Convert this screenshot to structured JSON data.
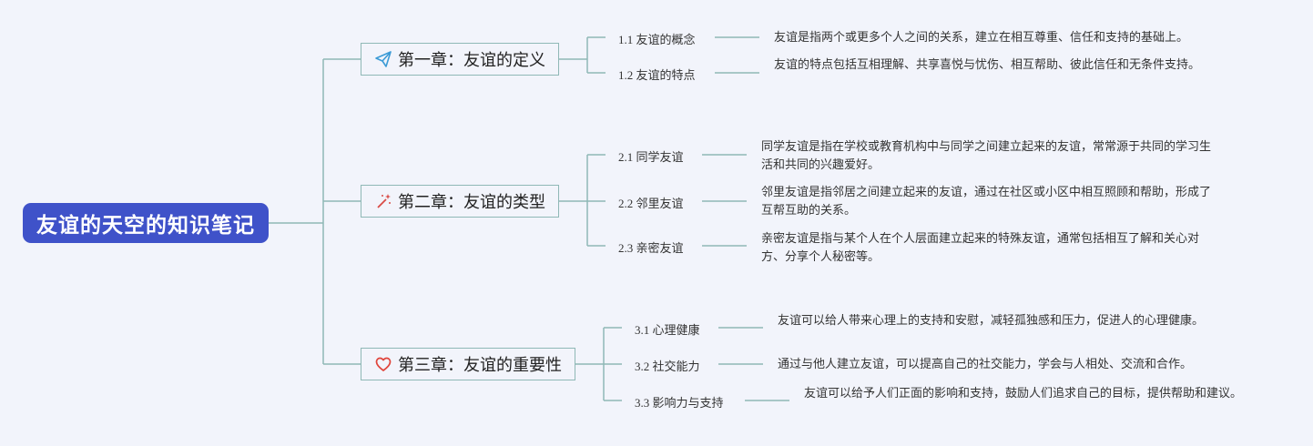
{
  "root": {
    "title": "友谊的天空的知识笔记"
  },
  "chapters": [
    {
      "title": "第一章：友谊的定义",
      "icon": "paper-plane-icon",
      "sections": [
        {
          "label": "1.1 友谊的概念",
          "text": "友谊是指两个或更多个人之间的关系，建立在相互尊重、信任和支持的基础上。"
        },
        {
          "label": "1.2 友谊的特点",
          "text": "友谊的特点包括互相理解、共享喜悦与忧伤、相互帮助、彼此信任和无条件支持。"
        }
      ]
    },
    {
      "title": "第二章：友谊的类型",
      "icon": "magic-wand-icon",
      "sections": [
        {
          "label": "2.1 同学友谊",
          "text": "同学友谊是指在学校或教育机构中与同学之间建立起来的友谊，常常源于共同的学习生活和共同的兴趣爱好。"
        },
        {
          "label": "2.2 邻里友谊",
          "text": "邻里友谊是指邻居之间建立起来的友谊，通过在社区或小区中相互照顾和帮助，形成了互帮互助的关系。"
        },
        {
          "label": "2.3 亲密友谊",
          "text": "亲密友谊是指与某个人在个人层面建立起来的特殊友谊，通常包括相互了解和关心对方、分享个人秘密等。"
        }
      ]
    },
    {
      "title": "第三章：友谊的重要性",
      "icon": "heart-icon",
      "sections": [
        {
          "label": "3.1 心理健康",
          "text": "友谊可以给人带来心理上的支持和安慰，减轻孤独感和压力，促进人的心理健康。"
        },
        {
          "label": "3.2 社交能力",
          "text": "通过与他人建立友谊，可以提高自己的社交能力，学会与人相处、交流和合作。"
        },
        {
          "label": "3.3 影响力与支持",
          "text": "友谊可以给予人们正面的影响和支持，鼓励人们追求自己的目标，提供帮助和建议。"
        }
      ]
    }
  ],
  "colors": {
    "root_bg": "#3f52c9",
    "line": "#8fb8b6",
    "background": "#f2f4fb",
    "heart": "#e0453c",
    "plane": "#3c9bd6",
    "wand": "#d94a45"
  }
}
